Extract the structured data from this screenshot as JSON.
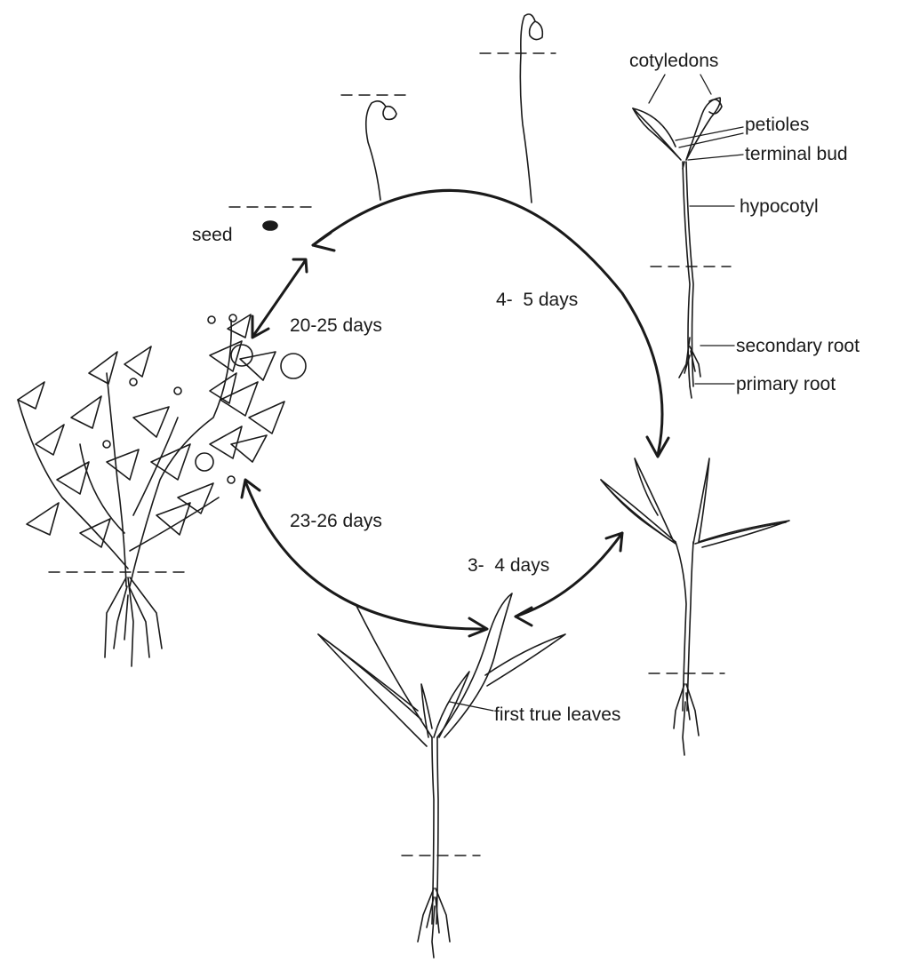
{
  "labels": {
    "seed": "seed",
    "cotyledons": "cotyledons",
    "petioles": "petioles",
    "terminal_bud": "terminal bud",
    "hypocotyl": "hypocotyl",
    "secondary_root": "secondary root",
    "primary_root": "primary root",
    "first_true_leaves": "first true leaves"
  },
  "durations": {
    "seed_to_seedling": "4-  5 days",
    "seedling_to_young_plant": "3-  4 days",
    "young_plant_to_mature": "23-26 days",
    "mature_to_seed": "20-25 days"
  },
  "colors": {
    "ink": "#1a1a1a",
    "background": "#ffffff"
  }
}
